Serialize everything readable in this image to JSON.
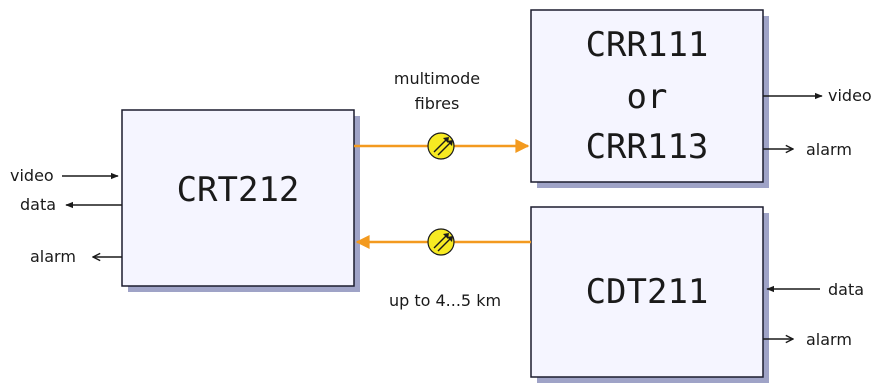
{
  "boxes": {
    "crt": {
      "label": "CRT212"
    },
    "crr": {
      "line1": "CRR111",
      "line2": "or",
      "line3": "CRR113"
    },
    "cdt": {
      "label": "CDT211"
    }
  },
  "labels": {
    "fibre_line1": "multimode",
    "fibre_line2": "fibres",
    "distance": "up to 4...5 km",
    "crt_video_in": "video",
    "crt_data_out": "data",
    "crt_alarm_out": "alarm",
    "crr_video_out": "video",
    "crr_alarm_out": "alarm",
    "cdt_data_in": "data",
    "cdt_alarm_out": "alarm"
  },
  "colors": {
    "box_fill": "#f5f5ff",
    "box_border": "#1c1c2e",
    "box_shadow": "#9fa3c7",
    "fibre": "#f39a1f",
    "connector_fill": "#f7ea22",
    "arrow": "#1a1a1a"
  }
}
